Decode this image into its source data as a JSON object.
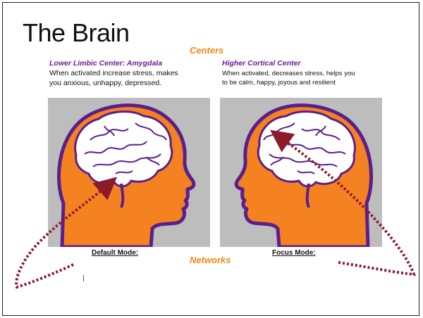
{
  "title": "The Brain",
  "sections": {
    "top": "Centers",
    "bottom": "Networks"
  },
  "left": {
    "heading": "Lower Limbic Center: Amygdala",
    "description_line1": "When activated increase stress, makes",
    "description_line2": "you anxious, unhappy, depressed.",
    "mode_label": "Default Mode:"
  },
  "right": {
    "heading": "Higher Cortical Center",
    "description_line1": "When activated, decreases stress, helps you",
    "description_line2": "to be calm, happy, joyous and resilient",
    "mode_label": "Focus Mode:"
  },
  "colors": {
    "accent_orange": "#f08a14",
    "heading_purple": "#6a1d9a",
    "head_fill": "#f58220",
    "head_outline": "#5b1f8c",
    "panel_gray": "#bdbdbd",
    "arrow_red": "#8b1a2b"
  }
}
